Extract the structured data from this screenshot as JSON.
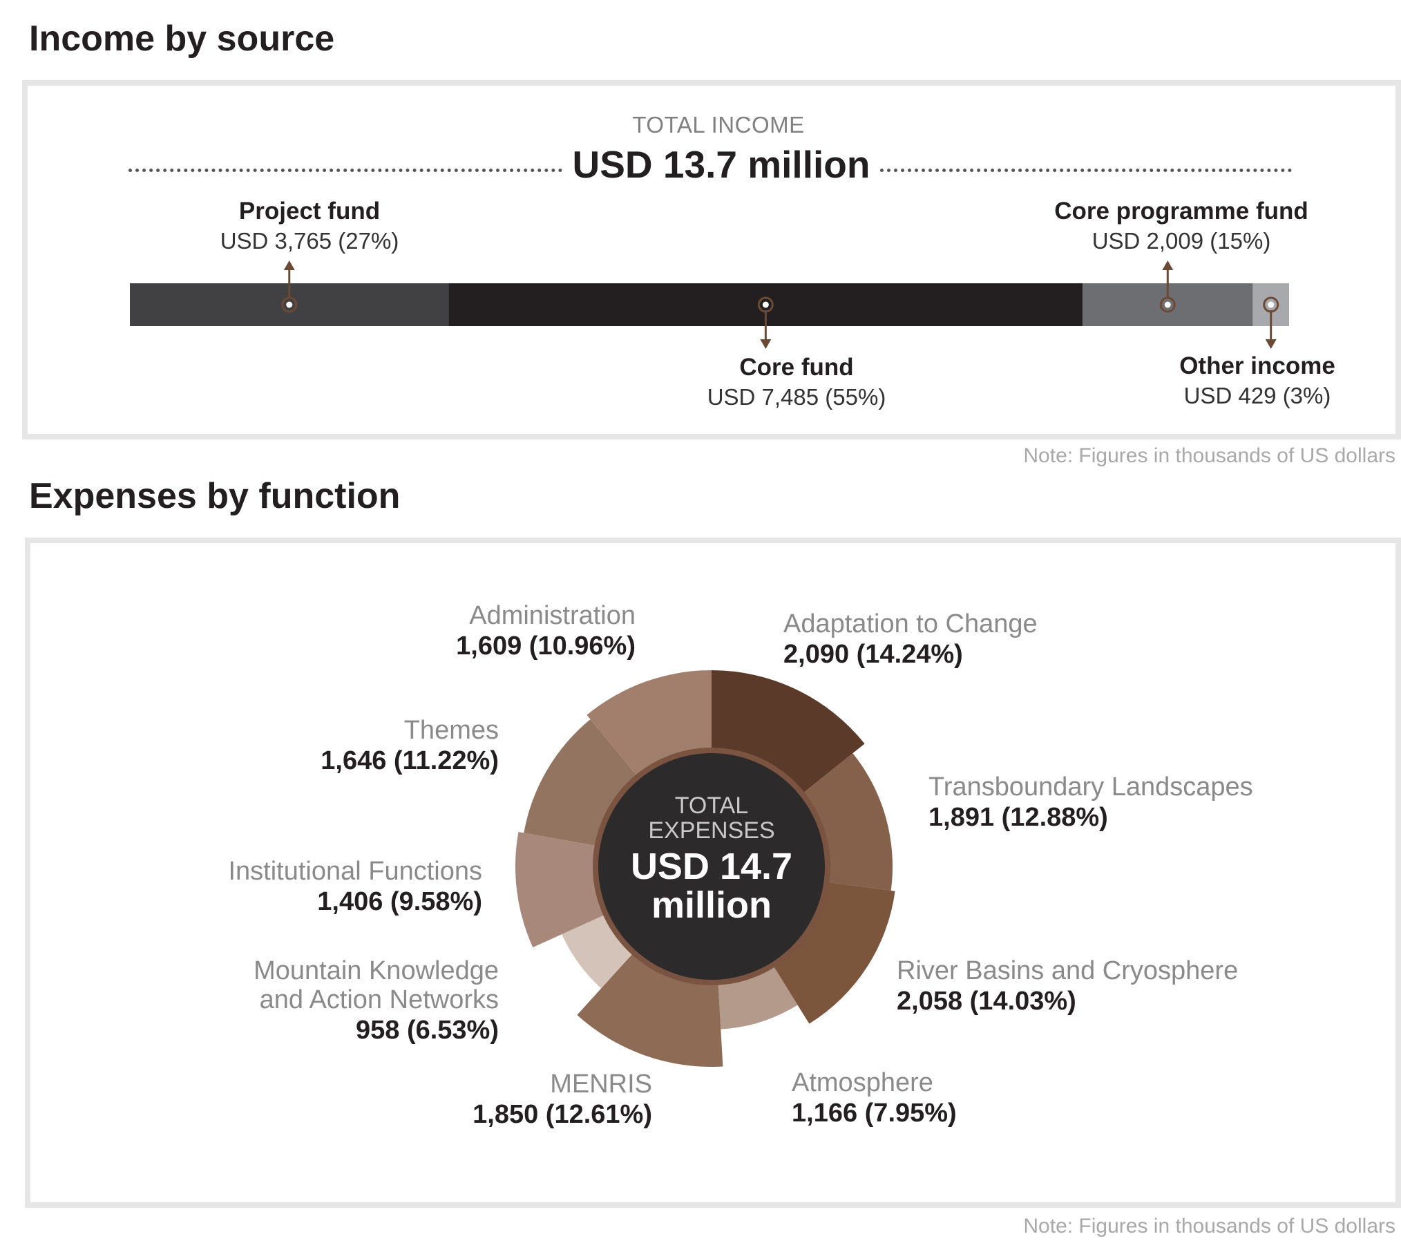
{
  "income": {
    "title": "Income by source",
    "total_label": "TOTAL INCOME",
    "total_value": "USD 13.7 million",
    "note": "Note: Figures in thousands of US dollars"
  },
  "expenses": {
    "title": "Expenses by function",
    "center_label_1": "TOTAL",
    "center_label_2": "EXPENSES",
    "center_value_1": "USD 14.7",
    "center_value_2": "million",
    "note": "Note: Figures in thousands of US dollars"
  },
  "chart_data": [
    {
      "type": "bar",
      "orientation": "stacked-horizontal",
      "title": "Income by source",
      "categories": [
        "Project fund",
        "Core fund",
        "Core programme fund",
        "Other income"
      ],
      "values": [
        3765,
        7485,
        2009,
        429
      ],
      "labels": [
        "USD 3,765 (27%)",
        "USD 7,485 (55%)",
        "USD 2,009 (15%)",
        "USD 429 (3%)"
      ],
      "colors": [
        "#414042",
        "#231f20",
        "#6d6e71",
        "#a7a9ac"
      ]
    },
    {
      "type": "pie",
      "title": "Expenses by function",
      "categories": [
        "Adaptation to Change",
        "Transboundary Landscapes",
        "River Basins and Cryosphere",
        "Atmosphere",
        "MENRIS",
        "Mountain Knowledge and Action Networks",
        "Institutional Functions",
        "Themes",
        "Administration"
      ],
      "values": [
        2090,
        1891,
        2058,
        1166,
        1850,
        958,
        1406,
        1646,
        1609
      ],
      "labels": [
        "2,090 (14.24%)",
        "1,891 (12.88%)",
        "2,058 (14.03%)",
        "1,166 (7.95%)",
        "1,850 (12.61%)",
        "958 (6.53%)",
        "1,406 (9.58%)",
        "1,646 (11.22%)",
        "1,609 (10.96%)"
      ],
      "colors": [
        "#5b3a29",
        "#85604a",
        "#7b553c",
        "#b39a8b",
        "#8e6b55",
        "#d4c3b8",
        "#a8887a",
        "#937460",
        "#a17f6c"
      ]
    }
  ]
}
